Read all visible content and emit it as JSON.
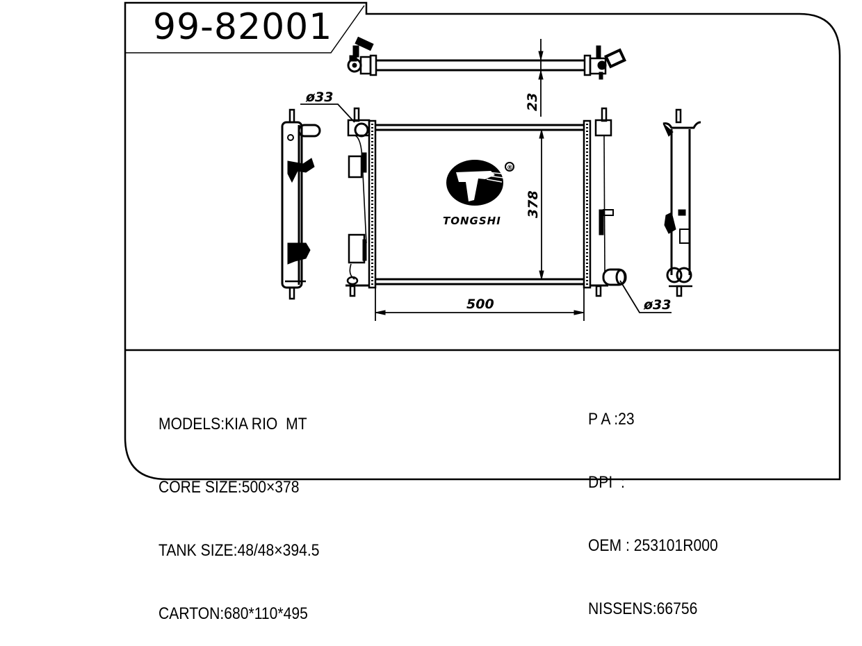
{
  "header": {
    "part_number": "99-82001"
  },
  "drawing": {
    "brand_logo": "TONGSHI",
    "registered_mark": "®",
    "dimensions": {
      "core_width": "500",
      "core_height": "378",
      "core_thickness": "23",
      "inlet_diameter": "ø33",
      "outlet_diameter": "ø33"
    }
  },
  "specs_left": [
    {
      "label": "MODELS",
      "sep": ":",
      "value": "KIA RIO  MT"
    },
    {
      "label": "CORE SIZE",
      "sep": ":",
      "value": "500×378"
    },
    {
      "label": "TANK SIZE",
      "sep": ":",
      "value": "48/48×394.5"
    },
    {
      "label": "CARTON",
      "sep": ":",
      "value": "680*110*495"
    }
  ],
  "specs_right": [
    {
      "label": "P A ",
      "sep": ":",
      "value": "23"
    },
    {
      "label": "DPI  ",
      "sep": ":",
      "value": ""
    },
    {
      "label": "OEM ",
      "sep": ": ",
      "value": "253101R000"
    },
    {
      "label": "NISSENS",
      "sep": ":",
      "value": "66756"
    }
  ]
}
